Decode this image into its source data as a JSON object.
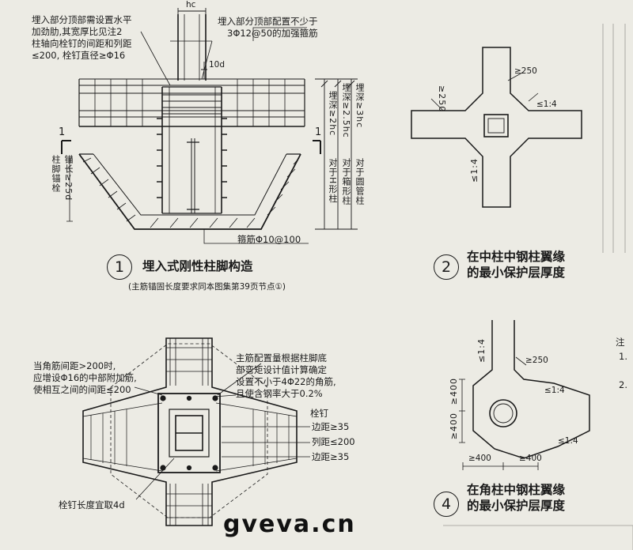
{
  "detail1": {
    "number": "1",
    "title": "埋入式刚性柱脚构造",
    "subtitle": "(主筋锚固长度要求同本图集第39页节点①)",
    "note_top_left": [
      "埋入部分顶部需设置水平",
      "加劲肋,其宽厚比见注2",
      "柱轴向栓钉的间距和列距",
      "≤200, 栓钉直径≥Φ16"
    ],
    "note_top_right": [
      "埋入部分顶部配置不少于",
      "3Φ12@50的加强箍筋"
    ],
    "dim_hc": "hc",
    "dim_10d": "10d",
    "section_mark": "1",
    "anchor_label": "柱脚锚栓",
    "anchor_len": "锚长≥25d",
    "depth_1": "埋深≥2hc",
    "depth_2": "埋深≥2.5hc",
    "depth_3": "埋深≥3hc",
    "col_type_1": "对于H形柱",
    "col_type_2": "对于箱形柱",
    "col_type_3": "对于圆管柱",
    "stirrup": "箍筋Φ10@100"
  },
  "detail2": {
    "number": "2",
    "title_lines": [
      "在中柱中钢柱翼缘",
      "的最小保护层厚度"
    ],
    "dim_a": "≥250",
    "dim_b": "≥250",
    "slope_a": "≤1:4",
    "slope_b": "≤1:4"
  },
  "detail4": {
    "number": "4",
    "title_lines": [
      "在角柱中钢柱翼缘",
      "的最小保护层厚度"
    ],
    "dim_250": "≥250",
    "slope_a": "≤1:4",
    "slope_b": "≤1:4",
    "slope_c": "≤1:4",
    "dim_400_v1": "≥400",
    "dim_400_v2": "≥400",
    "dim_400_h1": "≥400",
    "dim_400_h2": "≥400"
  },
  "section11": {
    "note_left": [
      "当角筋间距>200时,",
      "应增设Φ16的中部附加筋,",
      "使相互之间的间距≤200"
    ],
    "note_right": [
      "主筋配置量根据柱脚底",
      "部弯矩设计值计算确定",
      "设置不小于4Φ22的角筋,",
      "且使含钢率大于0.2%"
    ],
    "stud_label": "栓钉",
    "edge_1": "边距≥35",
    "col_spacing": "列距≤200",
    "edge_2": "边距≥35",
    "stud_len": "栓钉长度宜取4d"
  },
  "side_note": {
    "label": "注",
    "item_1": "1.",
    "item_2": "2."
  },
  "watermark": "gveva.cn",
  "colors": {
    "ink": "#1a1a1a",
    "paper": "#ecebe4"
  }
}
